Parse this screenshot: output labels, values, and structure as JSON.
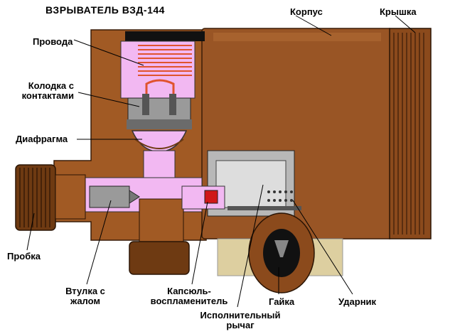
{
  "title": "ВЗРЫВАТЕЛЬ  ВЗД-144",
  "labels": {
    "korpus": "Корпус",
    "kryshka": "Крышка",
    "provoda": "Провода",
    "kolodka": "Колодка с\nконтактами",
    "diafragma": "Диафрагма",
    "probka": "Пробка",
    "vtulka": "Втулка с\nжалом",
    "kapsul": "Капсюль-\nвоспламенитель",
    "rychag": "Исполнительный\nрычаг",
    "gayka": "Гайка",
    "udarnik": "Ударник"
  },
  "colors": {
    "body": "#A15A24",
    "body_dark": "#6E3A12",
    "cap": "#8B4A1C",
    "pink": "#F2B8F2",
    "coil": "#E0532E",
    "grey": "#9A9A9A",
    "dark_grey": "#555555",
    "beige": "#DDCFA0",
    "detonator": "#D01818"
  }
}
